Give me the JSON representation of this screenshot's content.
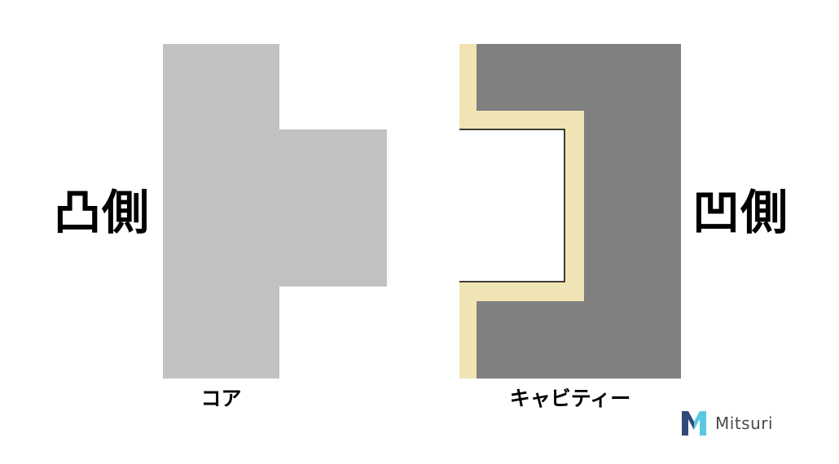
{
  "labels": {
    "convex_side": "凸側",
    "concave_side": "凹側",
    "core": "コア",
    "cavity": "キャビティー"
  },
  "brand": {
    "name": "Mitsuri",
    "logo_icon": "mitsuri-m-logo-icon"
  },
  "colors": {
    "core_fill": "#c2c2c2",
    "cavity_fill": "#808080",
    "product_fill": "#f0e4b4",
    "outline": "#000000",
    "logo_dark": "#2f4a7a",
    "logo_light": "#5ac8e0"
  }
}
